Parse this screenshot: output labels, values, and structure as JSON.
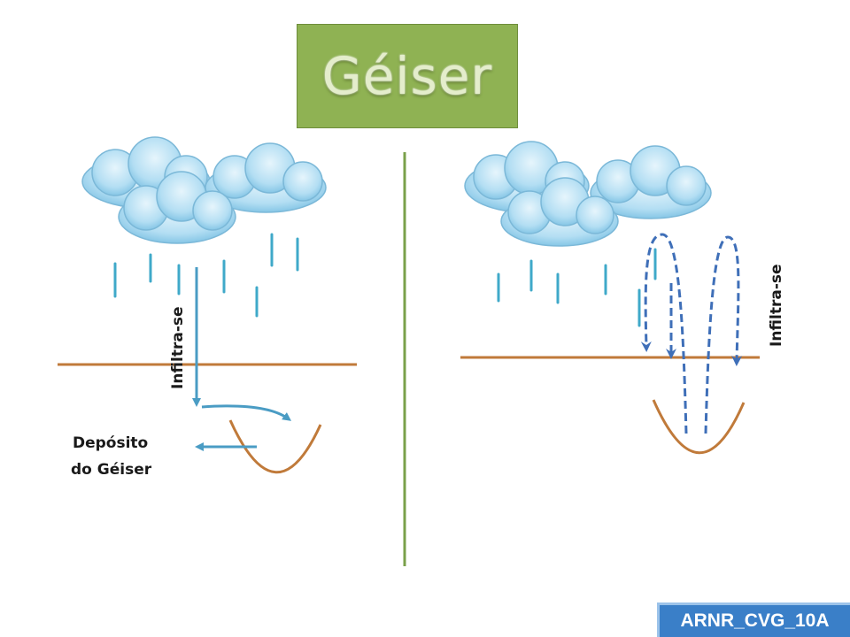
{
  "title": "Géiser",
  "left_panel": {
    "infiltration_label": "Infiltra-se",
    "deposit_label_line1": "Depósito",
    "deposit_label_line2": "do Géiser"
  },
  "right_panel": {
    "infiltration_label": "Infiltra-se"
  },
  "footer_badge": "ARNR_CVG_10A",
  "colors": {
    "title_bg": "#8fb253",
    "divider": "#7aa04a",
    "ground": "#c07a3a",
    "rain": "#3fa9c9",
    "flow_arrow": "#4a9cc4",
    "dashed_arrow": "#3f6fb8",
    "cloud": "#a9d8f0",
    "badge_bg": "#3a7fc8"
  }
}
